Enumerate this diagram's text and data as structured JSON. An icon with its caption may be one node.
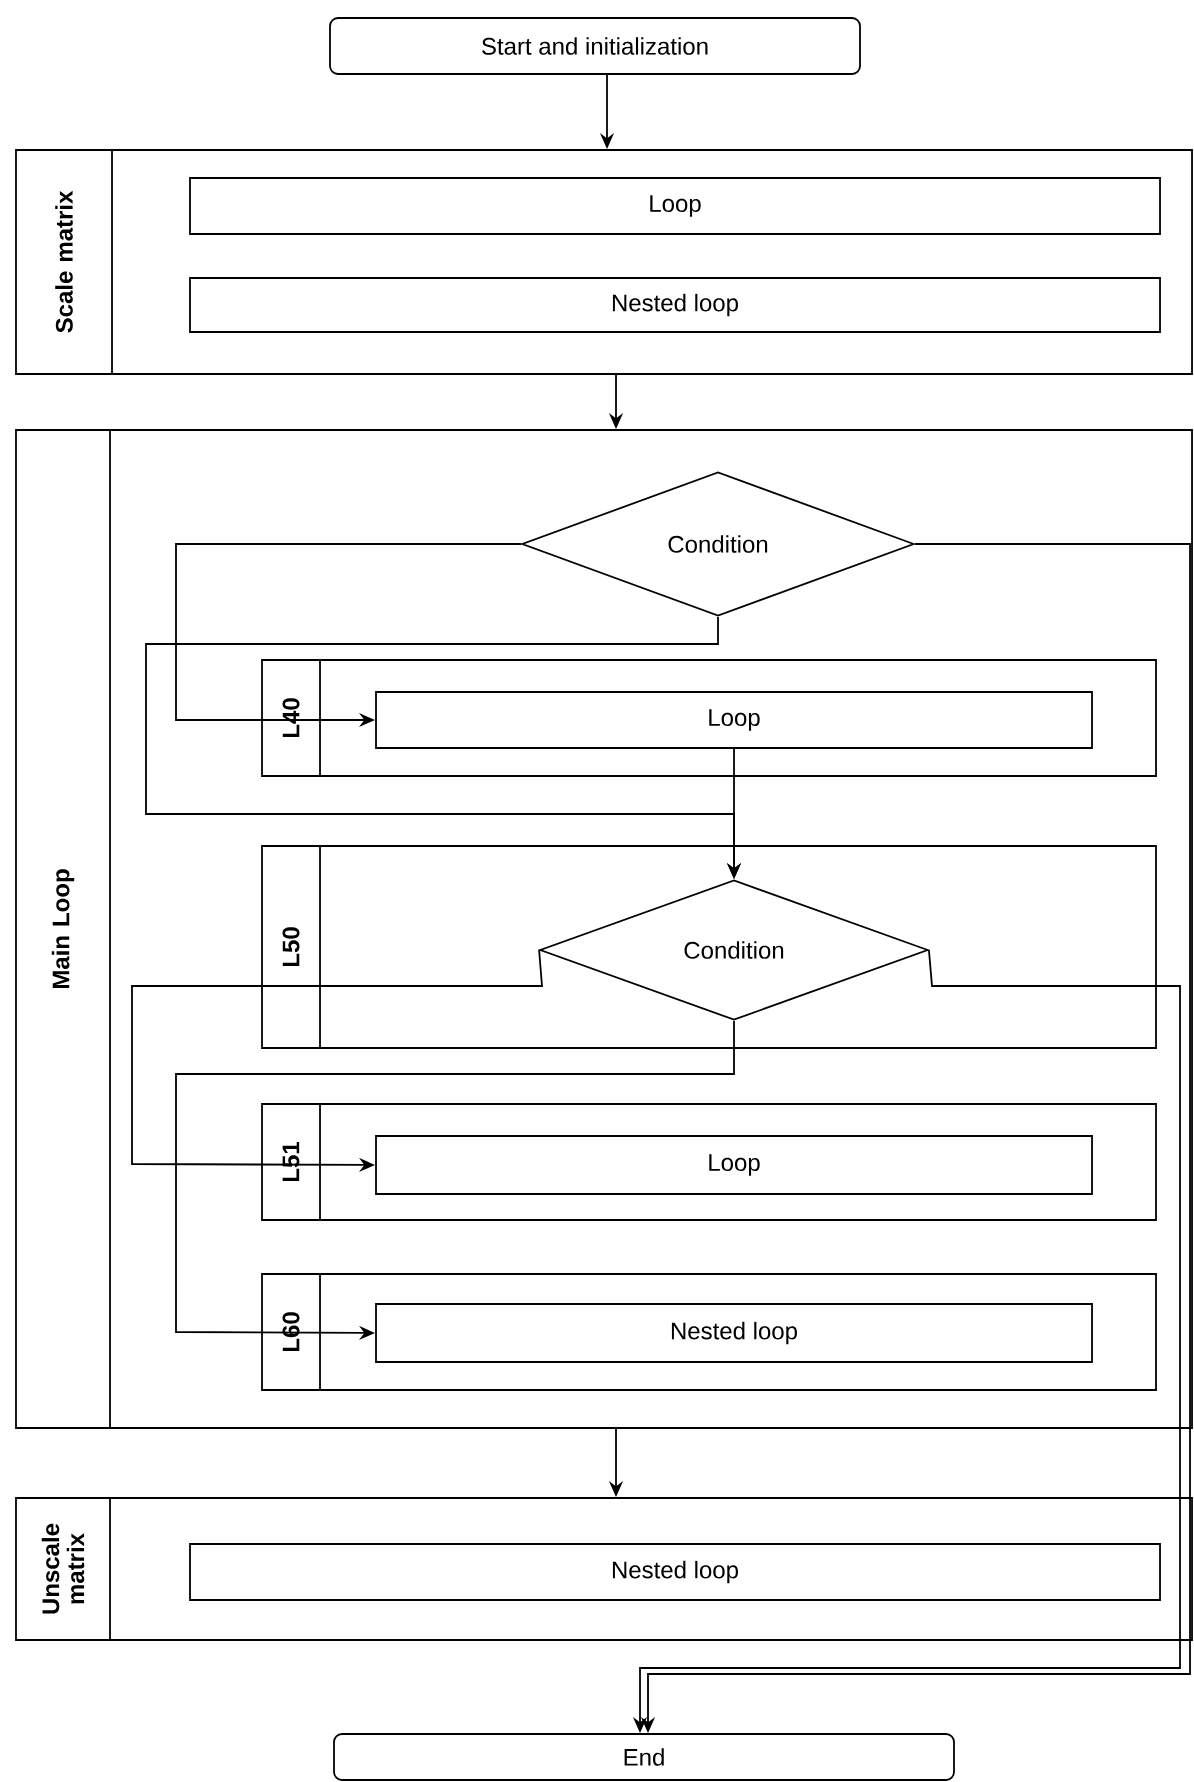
{
  "diagram": {
    "nodes": [
      {
        "text": [
          "Start and initialization"
        ]
      },
      {
        "text": [
          "Scale matrix"
        ]
      },
      {
        "text": [
          "Loop"
        ],
        "in": 1
      },
      {
        "text": [
          "Nested loop"
        ],
        "in": 1
      },
      {
        "text": [
          "Main Loop"
        ]
      },
      {
        "text": [
          "Condition"
        ],
        "in": 4
      },
      {
        "text": [
          "L40"
        ],
        "in": 4
      },
      {
        "text": [
          "Loop"
        ],
        "in": 6
      },
      {
        "text": [
          "L50"
        ],
        "in": 4
      },
      {
        "text": [
          "Condition"
        ],
        "in": 8
      },
      {
        "text": [
          "L51"
        ],
        "in": 4
      },
      {
        "text": [
          "Loop"
        ],
        "in": 10
      },
      {
        "text": [
          "L60"
        ],
        "in": 4
      },
      {
        "text": [
          "Nested loop"
        ],
        "in": 12
      },
      {
        "text": [
          "Unscale matrix"
        ]
      },
      {
        "text": [
          "Nested loop"
        ],
        "in": 14
      },
      {
        "text": [
          "End"
        ]
      }
    ],
    "edges": [
      {
        "from": 0,
        "to": 1,
        "arrow": "to"
      },
      {
        "from": 1,
        "to": 4,
        "arrow": "to"
      },
      {
        "from": 5,
        "to": 7,
        "arrow": "to"
      },
      {
        "from": 5,
        "to": 9,
        "arrow": "to"
      },
      {
        "from": 7,
        "to": 9,
        "arrow": "to"
      },
      {
        "from": 9,
        "to": 11,
        "arrow": "to"
      },
      {
        "from": 9,
        "to": 13,
        "arrow": "to"
      },
      {
        "from": 4,
        "to": 14,
        "arrow": "to"
      },
      {
        "from": 5,
        "to": 16,
        "arrow": "to"
      },
      {
        "from": 9,
        "to": 16,
        "arrow": "to"
      }
    ]
  }
}
